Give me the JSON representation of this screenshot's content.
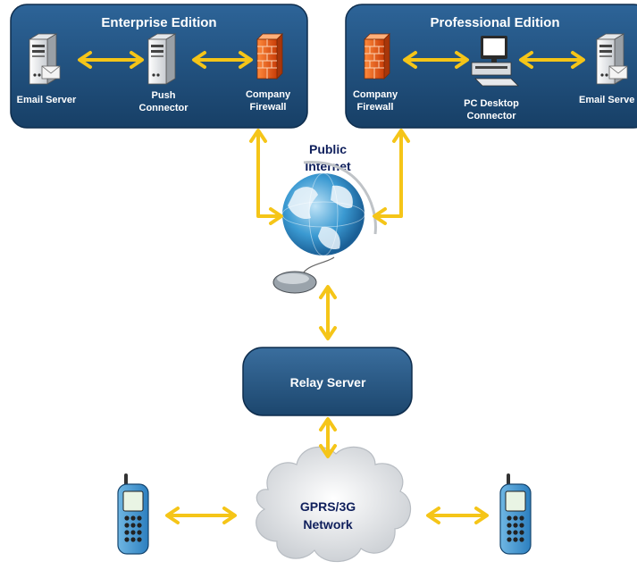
{
  "enterprise": {
    "title": "Enterprise Edition",
    "email_server": "Email Server",
    "push_connector": [
      "Push",
      "Connector"
    ],
    "firewall": [
      "Company",
      "Firewall"
    ]
  },
  "professional": {
    "title": "Professional Edition",
    "firewall": [
      "Company",
      "Firewall"
    ],
    "pc_connector": [
      "PC Desktop",
      "Connector"
    ],
    "email_server": "Email Serve"
  },
  "internet": [
    "Public",
    "Internet"
  ],
  "relay": "Relay Server",
  "network": [
    "GPRS/3G",
    "Network"
  ],
  "icons": {
    "server": "server-icon",
    "firewall": "firewall-icon",
    "desktop": "desktop-computer-icon",
    "globe": "globe-icon",
    "mouse": "mouse-icon",
    "phone": "mobile-phone-icon",
    "cloud": "cloud-icon"
  },
  "colors": {
    "panel": "#1f4f7d",
    "panel_border": "#0e2d4d",
    "arrow": "#f5c518",
    "label_dark": "#0f1f5c",
    "label_light": "#ffffff"
  }
}
